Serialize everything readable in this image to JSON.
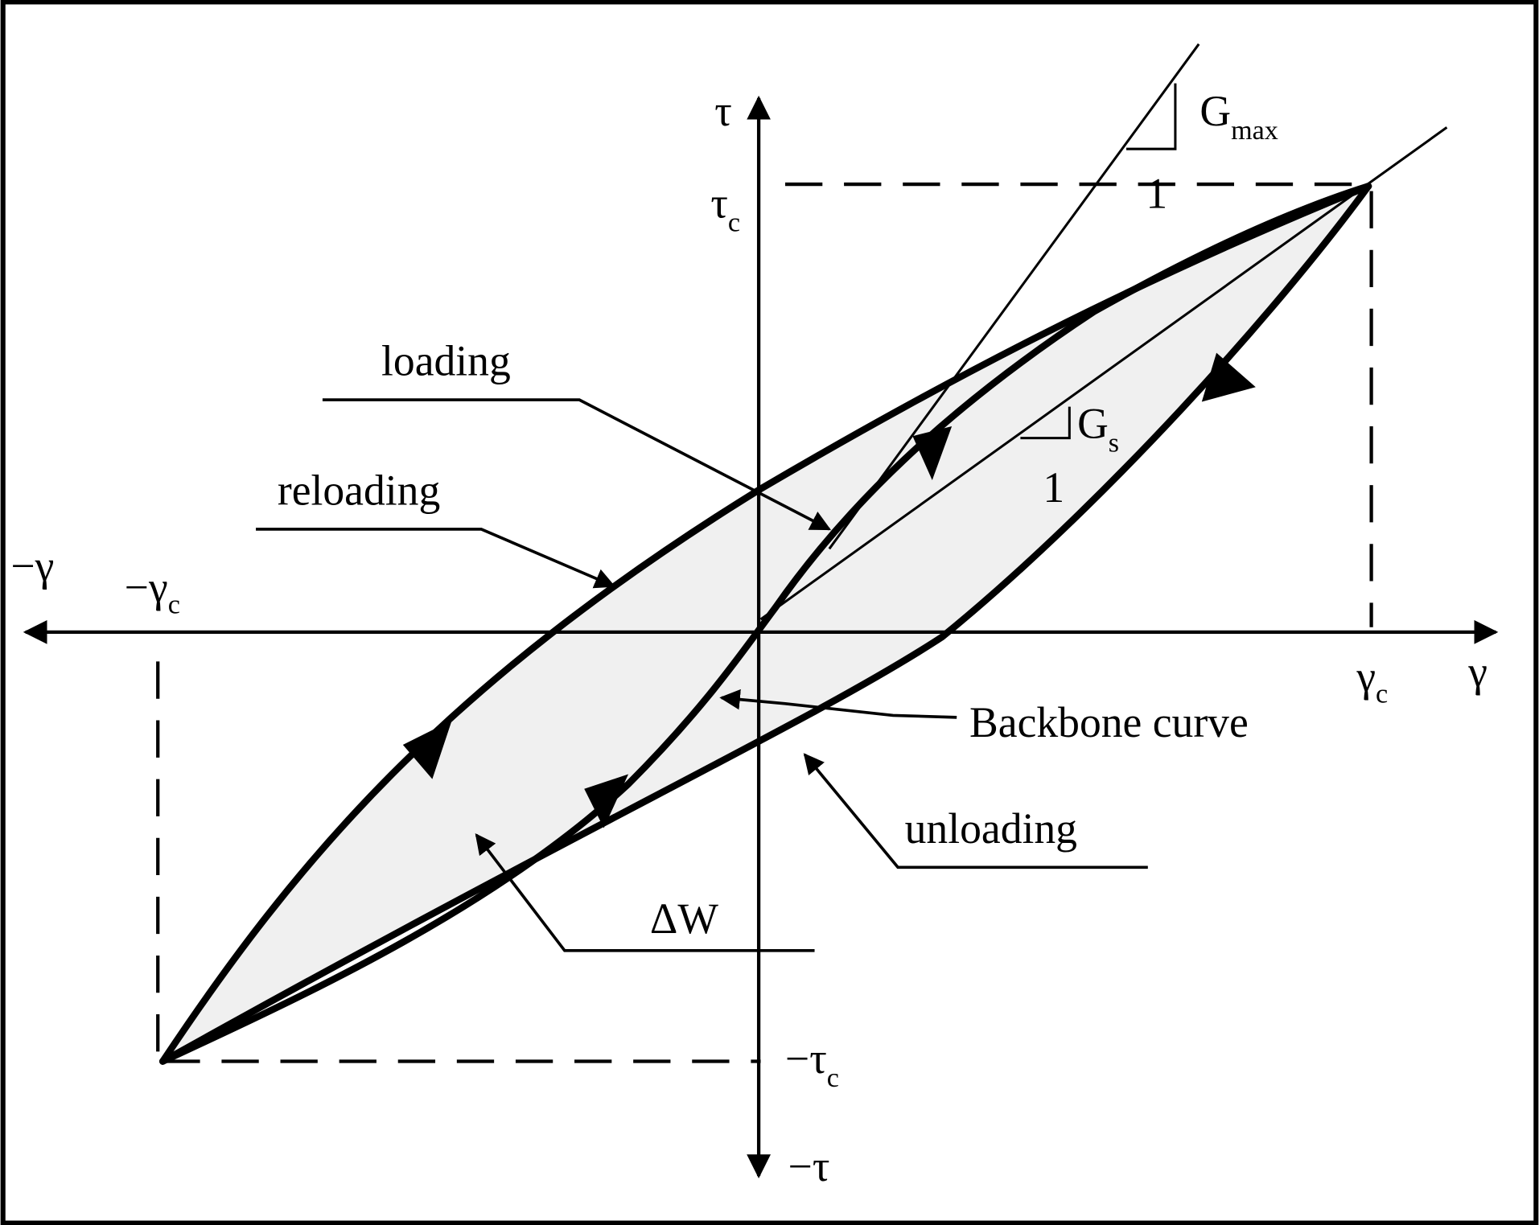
{
  "diagram": {
    "axes": {
      "y_pos": "τ",
      "y_neg": "−τ",
      "x_pos": "γ",
      "x_neg": "−γ",
      "tau_c": "τ",
      "tau_c_sub": "c",
      "neg_tau_c": "−τ",
      "neg_tau_c_sub": "c",
      "gamma_c": "γ",
      "gamma_c_sub": "c",
      "neg_gamma_c": "−γ",
      "neg_gamma_c_sub": "c"
    },
    "slopes": {
      "gmax": "G",
      "gmax_sub": "max",
      "gmax_unit": "1",
      "gs": "G",
      "gs_sub": "s",
      "gs_unit": "1"
    },
    "labels": {
      "loading": "loading",
      "reloading": "reloading",
      "unloading": "unloading",
      "backbone": "Backbone curve",
      "delta_w": "ΔW"
    },
    "colors": {
      "line": "#000000",
      "fill": "#f0f0f0",
      "background": "#ffffff"
    }
  }
}
